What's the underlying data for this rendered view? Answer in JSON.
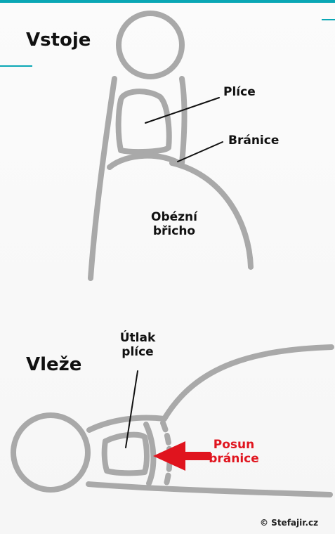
{
  "colors": {
    "accent": "#0aa7b5",
    "stroke": "#a9a9a9",
    "arrow": "#e0141e",
    "text": "#111111"
  },
  "standing": {
    "title": "Vstoje",
    "lungs_label": "Plíce",
    "diaphragm_label": "Bránice",
    "belly_label_line1": "Obézní",
    "belly_label_line2": "břicho"
  },
  "lying": {
    "title": "Vleže",
    "compression_line1": "Útlak",
    "compression_line2": "plíce",
    "shift_line1": "Posun",
    "shift_line2": "bránice"
  },
  "copyright": "© Stefajir.cz"
}
